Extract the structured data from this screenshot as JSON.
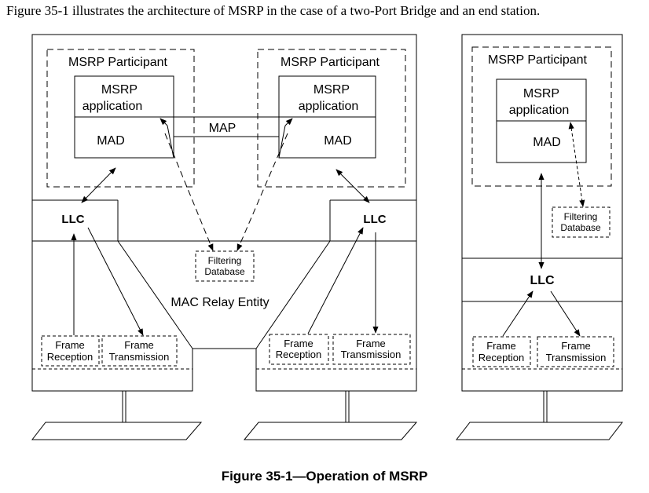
{
  "intro_text": "Figure 35-1 illustrates the architecture of MSRP in the case of a two-Port Bridge and an end station.",
  "caption": "Figure 35-1—Operation of MSRP",
  "labels": {
    "msrp_participant": "MSRP Participant",
    "msrp": "MSRP",
    "application": "application",
    "mad": "MAD",
    "map": "MAP",
    "llc": "LLC",
    "filtering": "Filtering",
    "database": "Database",
    "mac_relay_entity": "MAC Relay Entity",
    "frame": "Frame",
    "reception": "Reception",
    "transmission": "Transmission"
  }
}
